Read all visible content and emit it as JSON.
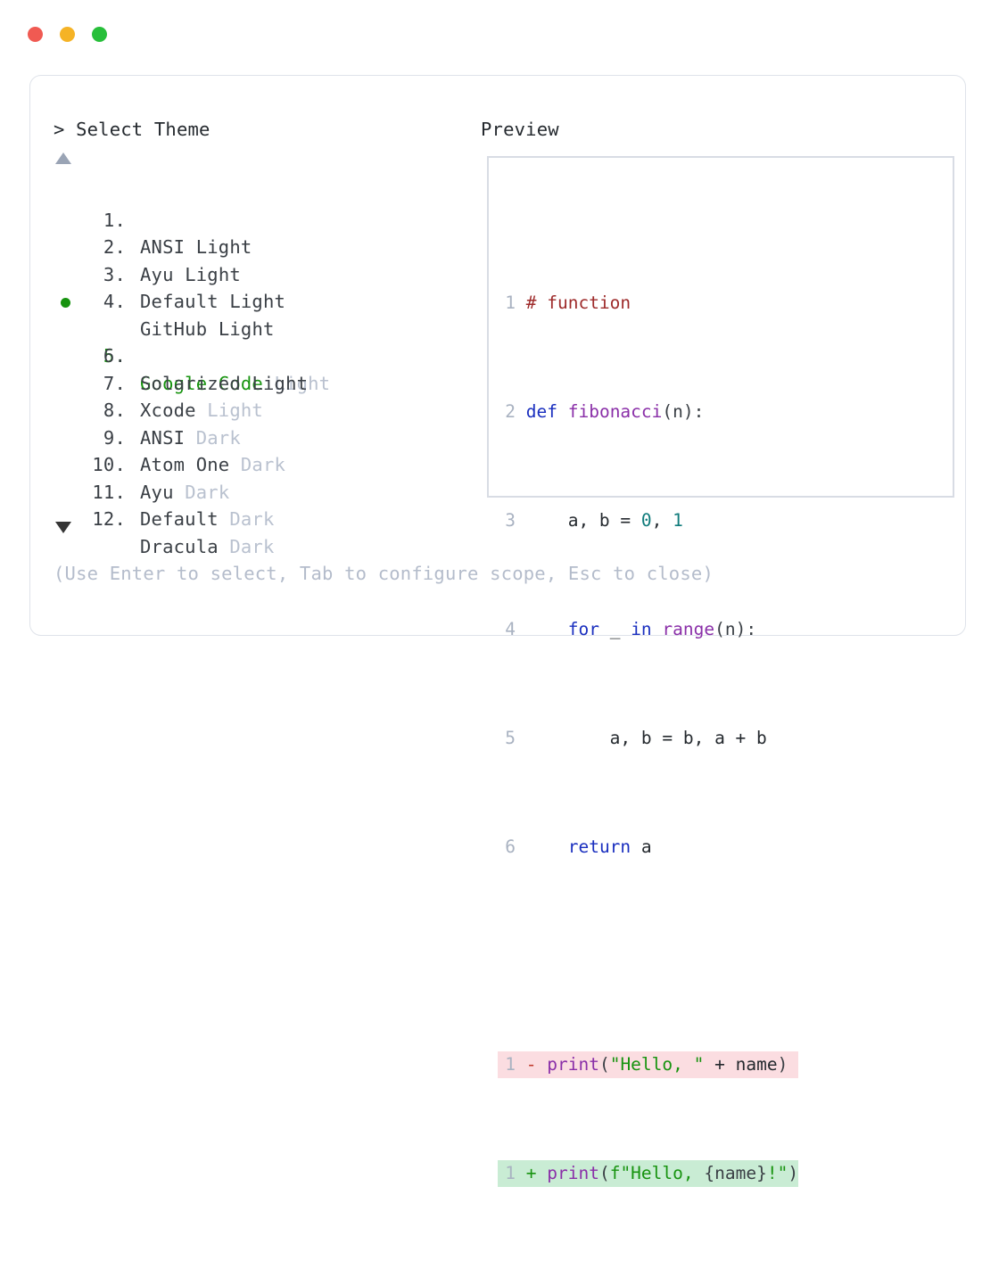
{
  "window": {
    "traffic_lights": [
      {
        "name": "close",
        "color": "#f05a52"
      },
      {
        "name": "minimize",
        "color": "#f5b326"
      },
      {
        "name": "maximize",
        "color": "#27bf3a"
      }
    ]
  },
  "left": {
    "prompt_caret": ">",
    "prompt_label": "Select Theme",
    "scroll_up_icon": "triangle-up-icon",
    "scroll_down_icon": "triangle-down-icon",
    "selected_index": 5,
    "items": [
      {
        "num": "1.",
        "name": "ANSI",
        "variant": "Light",
        "dim_variant": false,
        "selected": false
      },
      {
        "num": "2.",
        "name": "Ayu",
        "variant": "Light",
        "dim_variant": false,
        "selected": false
      },
      {
        "num": "3.",
        "name": "Default",
        "variant": "Light",
        "dim_variant": false,
        "selected": false
      },
      {
        "num": "4.",
        "name": "GitHub",
        "variant": "Light",
        "dim_variant": false,
        "selected": false
      },
      {
        "num": "5.",
        "name": "Google Code",
        "variant": "Light",
        "dim_variant": true,
        "selected": true
      },
      {
        "num": "6.",
        "name": "Solarized",
        "variant": "Light",
        "dim_variant": false,
        "selected": false
      },
      {
        "num": "7.",
        "name": "Xcode",
        "variant": "Light",
        "dim_variant": true,
        "selected": false
      },
      {
        "num": "8.",
        "name": "ANSI",
        "variant": "Dark",
        "dim_variant": true,
        "selected": false
      },
      {
        "num": "9.",
        "name": "Atom One",
        "variant": "Dark",
        "dim_variant": true,
        "selected": false
      },
      {
        "num": "10.",
        "name": "Ayu",
        "variant": "Dark",
        "dim_variant": true,
        "selected": false
      },
      {
        "num": "11.",
        "name": "Default",
        "variant": "Dark",
        "dim_variant": true,
        "selected": false
      },
      {
        "num": "12.",
        "name": "Dracula",
        "variant": "Dark",
        "dim_variant": true,
        "selected": false
      }
    ],
    "hint": "(Use Enter to select, Tab to configure scope, Esc to close)"
  },
  "right": {
    "title": "Preview",
    "code_lines": [
      {
        "ln": "1",
        "text": "# function"
      },
      {
        "ln": "2",
        "text": "def fibonacci(n):"
      },
      {
        "ln": "3",
        "text": "    a, b = 0, 1"
      },
      {
        "ln": "4",
        "text": "    for _ in range(n):"
      },
      {
        "ln": "5",
        "text": "        a, b = b, a + b"
      },
      {
        "ln": "6",
        "text": "    return a"
      }
    ],
    "diff_lines": [
      {
        "ln": "1",
        "mark": "-",
        "text": "print(\"Hello, \" + name)",
        "kind": "removed"
      },
      {
        "ln": "1",
        "mark": "+",
        "text": "print(f\"Hello, {name}!\")",
        "kind": "added"
      }
    ]
  },
  "colors": {
    "accent_green": "#17930f",
    "dim_text": "#b9c1cf",
    "text": "#3a3f45",
    "border": "#dfe3ea",
    "preview_border": "#d8dce4",
    "diff_removed_bg": "#fbdde1",
    "diff_added_bg": "#c9ecd4",
    "syntax_comment": "#9e2b2b",
    "syntax_keyword": "#1a2fbf",
    "syntax_function": "#8a2fa8",
    "syntax_number": "#0f7b7b",
    "syntax_string": "#17930f"
  }
}
